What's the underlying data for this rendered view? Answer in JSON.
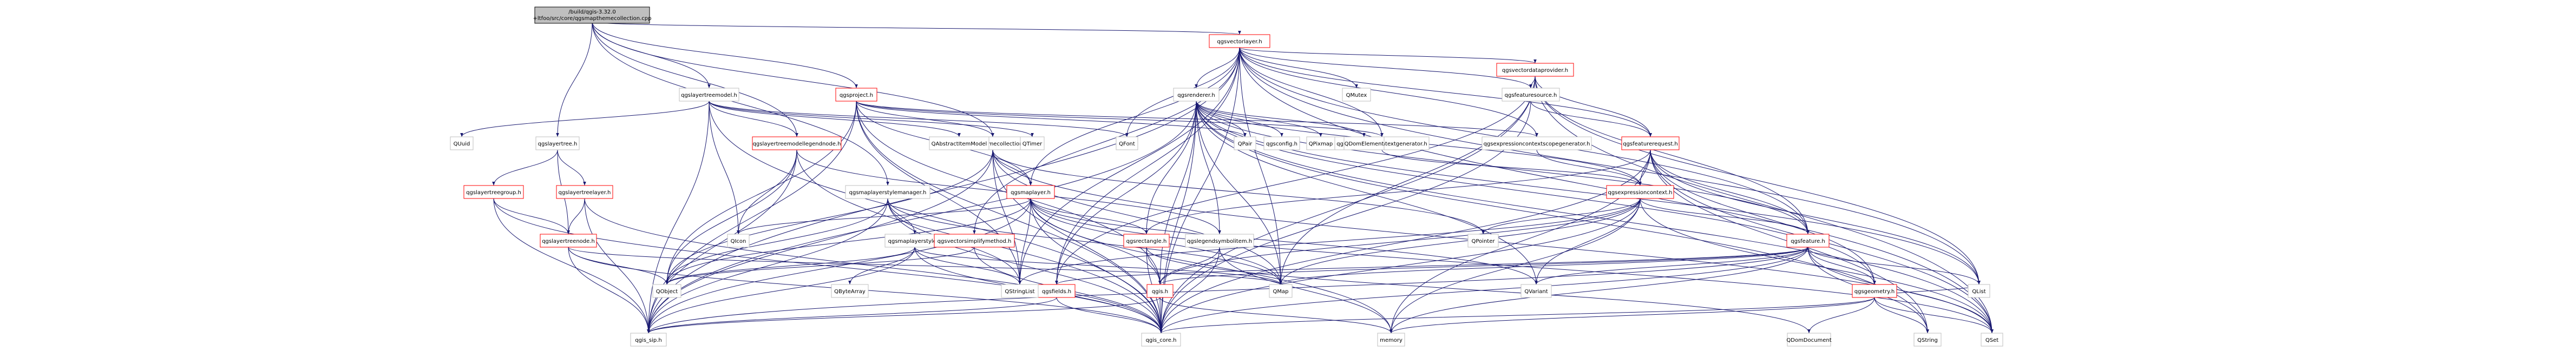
{
  "root": {
    "line1": "/build/qgis-3.32.0",
    "line2": "+ltfoo/src/core/qgsmapthemecollection.cpp"
  },
  "colors": {
    "edge": "#191970",
    "node_border": "#bfbfbf",
    "linked_border": "#ff0000",
    "root_fill": "#bfbfbf"
  },
  "nodes": {
    "qgsvectorlayer_h": "qgsvectorlayer.h",
    "qgslayertreemodel_h": "qgslayertreemodel.h",
    "qgsproject_h": "qgsproject.h",
    "qgsrenderer_h": "qgsrenderer.h",
    "qgsvectordataprovider_h": "qgsvectordataprovider.h",
    "qgsfeaturesource_h": "qgsfeaturesource.h",
    "qgsfeaturerequest_h": "qgsfeaturerequest.h",
    "qgsexpressioncontextgenerator_h": "qgsexpressioncontextgenerator.h",
    "qgsexpressioncontextscopegenerator_h": "qgsexpressioncontextscopegenerator.h",
    "qgsexpressioncontext_h": "qgsexpressioncontext.h",
    "qgslayertree_h": "qgslayertree.h",
    "qgslayertreemodellegendnode_h": "qgslayertreemodellegendnode.h",
    "qgsmapthemecollection_h": "qgsmapthemecollection.h",
    "qgsmaplayerstylemanager_h": "qgsmaplayerstylemanager.h",
    "qgsmaplayer_h": "qgsmaplayer.h",
    "qgslayertreegroup_h": "qgslayertreegroup.h",
    "qgslayertreelayer_h": "qgslayertreelayer.h",
    "qgslayertreenode_h": "qgslayertreenode.h",
    "qgsmaplayerstyle_h": "qgsmaplayerstyle.h",
    "qgsvectorsimplifymethod_h": "qgsvectorsimplifymethod.h",
    "qgsrectangle_h": "qgsrectangle.h",
    "qgslegendsymbolitem_h": "qgslegendsymbolitem.h",
    "qgsfeature_h": "qgsfeature.h",
    "qgsfields_h": "qgsfields.h",
    "qgis_h": "qgis.h",
    "qgsgeometry_h": "qgsgeometry.h",
    "qgis_sip_h": "qgis_sip.h",
    "qgis_core_h": "qgis_core.h",
    "QMutex": "QMutex",
    "QUuid": "QUuid",
    "QAbstractItemModel": "QAbstractItemModel",
    "QTimer": "QTimer",
    "QFont": "QFont",
    "QPair": "QPair",
    "qgsconfig_h": "qgsconfig.h",
    "QPixmap": "QPixmap",
    "QDomElement": "QDomElement",
    "QIcon": "QIcon",
    "QByteArray": "QByteArray",
    "QObject": "QObject",
    "QStringList": "QStringList",
    "QPointer": "QPointer",
    "QMap": "QMap",
    "QVariant": "QVariant",
    "QList": "QList",
    "memory": "memory",
    "QDomDocument": "QDomDocument",
    "QString": "QString",
    "QSet": "QSet"
  }
}
